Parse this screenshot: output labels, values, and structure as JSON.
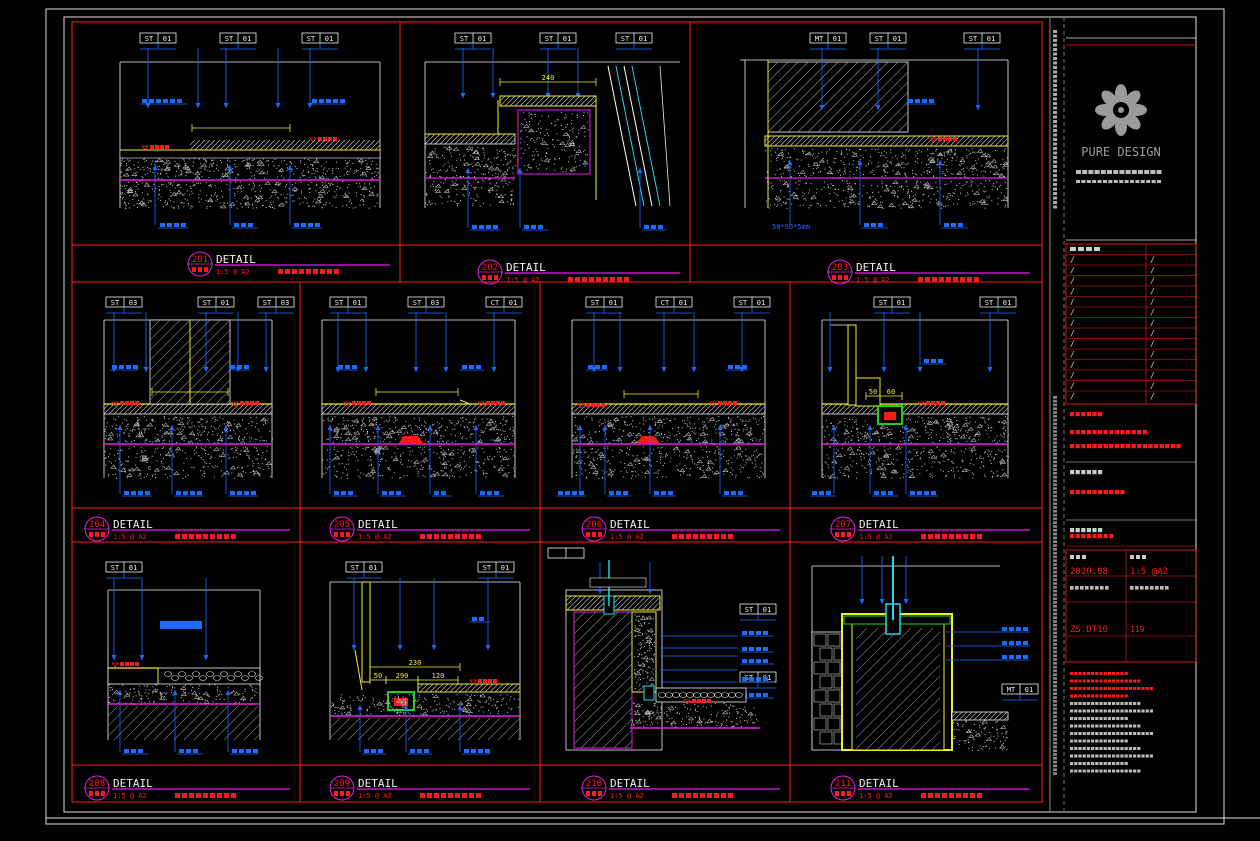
{
  "colors": {
    "background": "#000000",
    "frame": "#e0e0e0",
    "red": "#ff1a1a",
    "blue": "#1e6bff",
    "cyan": "#25d7e6",
    "yellow": "#f2ee2a",
    "magenta": "#e61ee6",
    "green": "#1fd11f",
    "white": "#f0f0f0"
  },
  "logo": {
    "brand": "PURE DESIGN"
  },
  "title_block": {
    "sheet_scale": "1:5 @A2",
    "sheet_date": "2020.08",
    "sheet_number": "ZS.DT10",
    "page_number": "119"
  },
  "details": [
    {
      "number": "201",
      "tag": "DETAIL",
      "scale": "1:5 @ A2"
    },
    {
      "number": "202",
      "tag": "DETAIL",
      "scale": "1:5 @ A2"
    },
    {
      "number": "203",
      "tag": "DETAIL",
      "scale": "1:5 @ A2"
    },
    {
      "number": "204",
      "tag": "DETAIL",
      "scale": "1:5 @ A2"
    },
    {
      "number": "205",
      "tag": "DETAIL",
      "scale": "1:5 @ A2"
    },
    {
      "number": "206",
      "tag": "DETAIL",
      "scale": "1:5 @ A2"
    },
    {
      "number": "207",
      "tag": "DETAIL",
      "scale": "1:5 @ A2"
    },
    {
      "number": "208",
      "tag": "DETAIL",
      "scale": "1:5 @ A2"
    },
    {
      "number": "209",
      "tag": "DETAIL",
      "scale": "1:5 @ A2"
    },
    {
      "number": "210",
      "tag": "DETAIL",
      "scale": "1:5 @ A2"
    },
    {
      "number": "211",
      "tag": "DETAIL",
      "scale": "1:5 @ A2"
    }
  ],
  "material_tags": [
    "ST 01",
    "ST 01",
    "ST 01",
    "ST 01",
    "ST 01",
    "ST 01",
    "MT 01",
    "ST 01",
    "ST 01",
    "ST 03",
    "ST 01",
    "ST 03",
    "ST 01",
    "ST 03",
    "CT 01",
    "ST 01",
    "CT 01",
    "ST 01",
    "ST 01",
    "ST 01",
    "ST 01",
    "ST 01",
    "ST 01",
    "ST 01",
    "ST 01",
    "MT 01",
    "ST 01"
  ],
  "dimensions": {
    "d202_width": "240",
    "d209_width": "230",
    "d209_parts": [
      "50",
      "290",
      "120"
    ],
    "d207_parts": [
      "50",
      "60"
    ],
    "d203_note": "50*50*5mm"
  }
}
